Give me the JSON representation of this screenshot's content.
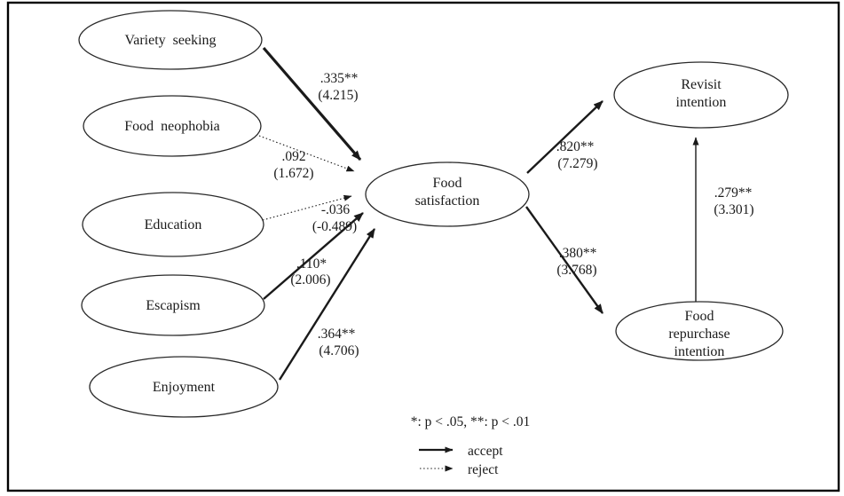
{
  "diagram": {
    "title": "structural-model-path-diagram",
    "colors": {
      "ink": "#1a1a1a",
      "background": "#ffffff",
      "border": "#000000"
    },
    "nodes": {
      "variety_seeking": {
        "label": "Variety seeking"
      },
      "food_neophobia": {
        "label": "Food neophobia"
      },
      "education": {
        "label": "Education"
      },
      "escapism": {
        "label": "Escapism"
      },
      "enjoyment": {
        "label": "Enjoyment"
      },
      "food_satisfaction": {
        "label": "Food satisfaction",
        "lines": [
          "Food",
          "satisfaction"
        ]
      },
      "revisit_intention": {
        "label": "Revisit intention",
        "lines": [
          "Revisit",
          "intention"
        ]
      },
      "food_repurchase_intention": {
        "label": "Food repurchase intention",
        "lines": [
          "Food",
          "repurchase",
          "intention"
        ]
      }
    },
    "paths": [
      {
        "from": "Variety seeking",
        "to": "Food satisfaction",
        "coef": ".335**",
        "tvalue": "(4.215)",
        "status": "accept"
      },
      {
        "from": "Food neophobia",
        "to": "Food satisfaction",
        "coef": ".092",
        "tvalue": "(1.672)",
        "status": "reject"
      },
      {
        "from": "Education",
        "to": "Food satisfaction",
        "coef": "-.036",
        "tvalue": "(-0.489)",
        "status": "reject"
      },
      {
        "from": "Escapism",
        "to": "Food satisfaction",
        "coef": ".110*",
        "tvalue": "(2.006)",
        "status": "accept"
      },
      {
        "from": "Enjoyment",
        "to": "Food satisfaction",
        "coef": ".364**",
        "tvalue": "(4.706)",
        "status": "accept"
      },
      {
        "from": "Food satisfaction",
        "to": "Revisit intention",
        "coef": ".820**",
        "tvalue": "(7.279)",
        "status": "accept"
      },
      {
        "from": "Food satisfaction",
        "to": "Food repurchase intention",
        "coef": ".380**",
        "tvalue": "(3.768)",
        "status": "accept"
      },
      {
        "from": "Food repurchase intention",
        "to": "Revisit intention",
        "coef": ".279**",
        "tvalue": "(3.301)",
        "status": "accept"
      }
    ],
    "legend": {
      "significance": "*: p < .05, **: p < .01",
      "accept_label": "accept",
      "reject_label": "reject"
    }
  }
}
